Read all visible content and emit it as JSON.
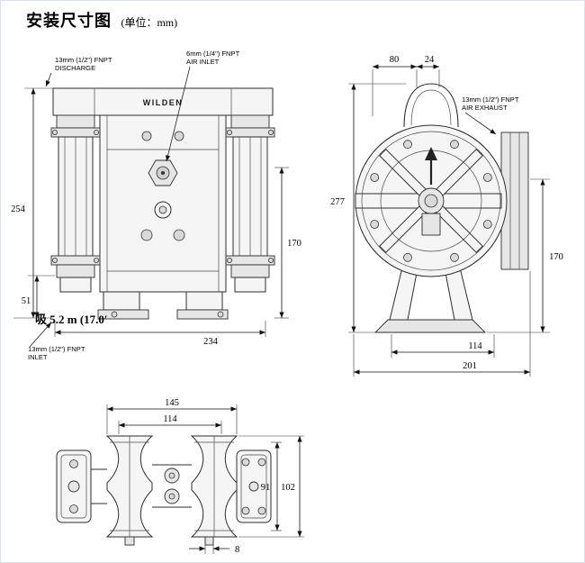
{
  "page": {
    "title": "安装尺寸图",
    "unit_note": "(单位：mm)"
  },
  "front_view": {
    "brand": "WILDEN",
    "discharge_label": {
      "line1": "13mm (1/2\") FNPT",
      "line2": "DISCHARGE"
    },
    "air_inlet_label": {
      "line1": "6mm (1/4\") FNPT",
      "line2": "AIR INLET"
    },
    "inlet_label": {
      "line1": "13mm (1/2\") FNPT",
      "line2": "INLET"
    },
    "suction_note": "吸 5.2 m (17.0′",
    "dims": {
      "overall_height": "254",
      "inlet_height": "51",
      "air_inlet_height": "170",
      "overall_width": "234"
    }
  },
  "side_view": {
    "air_exhaust_label": {
      "line1": "13mm (1/2\") FNPT",
      "line2": "AIR EXHAUST"
    },
    "dims": {
      "top_width_left": "80",
      "top_width_right": "24",
      "overall_height": "277",
      "exhaust_height": "170",
      "foot_spacing": "114",
      "overall_depth": "201"
    }
  },
  "bottom_view": {
    "dims": {
      "outer_width": "145",
      "inner_width": "114",
      "inner_depth": "91",
      "outer_depth": "102",
      "foot_width": "8"
    }
  }
}
